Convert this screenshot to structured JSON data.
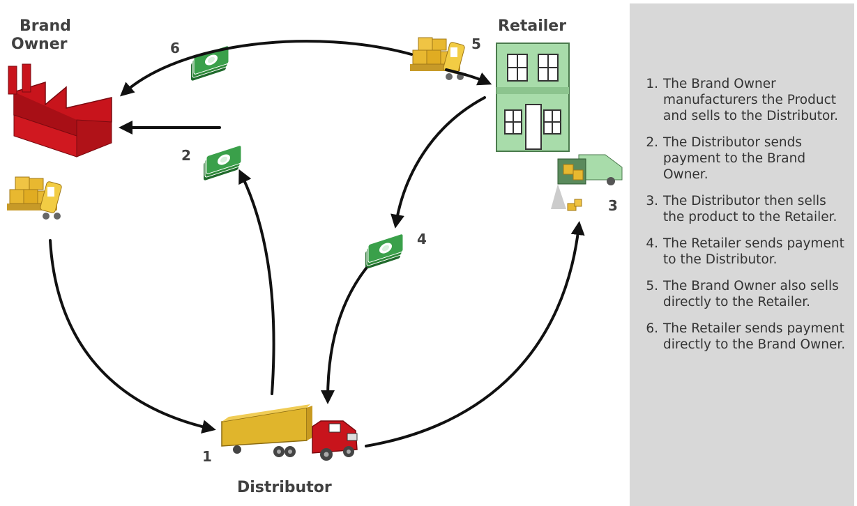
{
  "nodes": {
    "brand_owner": [
      "Brand",
      "Owner"
    ],
    "retailer": "Retailer",
    "distributor": "Distributor"
  },
  "step_numbers": [
    "1",
    "2",
    "3",
    "4",
    "5",
    "6"
  ],
  "steps": [
    {
      "num": "1.",
      "text": "The Brand Owner manufacturers the Product and sells to the Distributor."
    },
    {
      "num": "2.",
      "text": "The Distributor sends payment to the Brand Owner."
    },
    {
      "num": "3.",
      "text": "The Distributor then sells the product to the Retailer."
    },
    {
      "num": "4.",
      "text": "The Retailer sends payment to the Distributor."
    },
    {
      "num": "5.",
      "text": "The Brand Owner also sells directly to the Retailer."
    },
    {
      "num": "6.",
      "text": "The Retailer sends payment directly to the Brand Owner."
    }
  ],
  "icons": [
    "factory-icon",
    "retail-store-icon",
    "truck-icon",
    "delivery-van-icon",
    "pallet-forklift-icon",
    "money-stack-icon"
  ],
  "colors": {
    "factory": "#c8141c",
    "store": "#a8dcaa",
    "truck_body": "#e0b52c",
    "truck_cab": "#c8141c",
    "money": "#2f8a3a",
    "boxes": "#e8b830",
    "panel": "#d8d8d8"
  }
}
